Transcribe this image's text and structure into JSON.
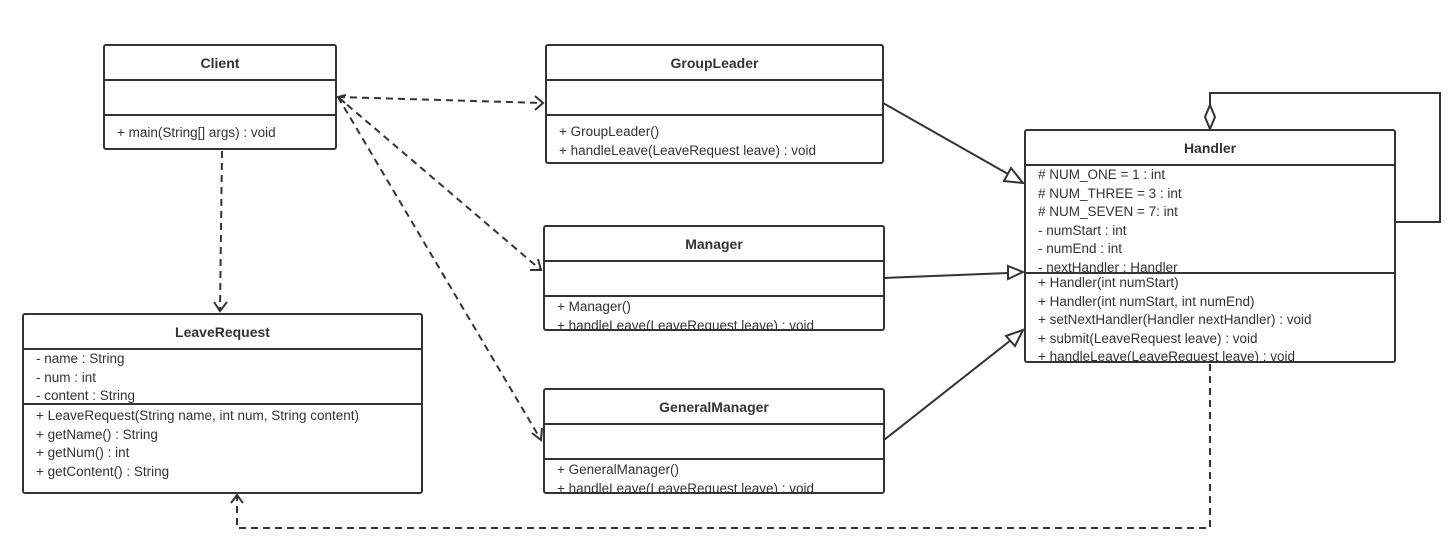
{
  "classes": {
    "client": {
      "name": "Client",
      "attributes": [],
      "methods": [
        "+ main(String[] args) : void"
      ]
    },
    "leave_request": {
      "name": "LeaveRequest",
      "attributes": [
        "- name : String",
        "- num : int",
        "- content : String"
      ],
      "methods": [
        "+ LeaveRequest(String name, int num, String content)",
        "+ getName() : String",
        "+ getNum() : int",
        "+ getContent() : String"
      ]
    },
    "group_leader": {
      "name": "GroupLeader",
      "attributes": [],
      "methods": [
        "+ GroupLeader()",
        "+ handleLeave(LeaveRequest leave) : void"
      ]
    },
    "manager": {
      "name": "Manager",
      "attributes": [],
      "methods": [
        "+ Manager()",
        "+ handleLeave(LeaveRequest leave) : void"
      ]
    },
    "general_manager": {
      "name": "GeneralManager",
      "attributes": [],
      "methods": [
        "+ GeneralManager()",
        "+ handleLeave(LeaveRequest leave) : void"
      ]
    },
    "handler": {
      "name": "Handler",
      "attributes": [
        "# NUM_ONE = 1 :   int",
        "# NUM_THREE = 3 :   int",
        "# NUM_SEVEN = 7:   int",
        "- numStart :   int",
        "- numEnd :   int",
        "- nextHandler :   Handler"
      ],
      "methods": [
        "+ Handler(int numStart)",
        "+ Handler(int numStart, int numEnd)",
        "+ setNextHandler(Handler nextHandler) :   void",
        "+ submit(LeaveRequest leave) :   void",
        "+ handleLeave(LeaveRequest leave) :   void"
      ]
    }
  },
  "relations": [
    {
      "type": "dependency",
      "from": "Client",
      "to": "GroupLeader"
    },
    {
      "type": "dependency",
      "from": "Client",
      "to": "Manager"
    },
    {
      "type": "dependency",
      "from": "Client",
      "to": "GeneralManager"
    },
    {
      "type": "dependency",
      "from": "Client",
      "to": "LeaveRequest"
    },
    {
      "type": "generalization",
      "from": "GroupLeader",
      "to": "Handler"
    },
    {
      "type": "generalization",
      "from": "Manager",
      "to": "Handler"
    },
    {
      "type": "generalization",
      "from": "GeneralManager",
      "to": "Handler"
    },
    {
      "type": "aggregation",
      "from": "Handler",
      "to": "Handler"
    },
    {
      "type": "dependency",
      "from": "Handler",
      "to": "LeaveRequest"
    }
  ],
  "colors": {
    "line": "#333333",
    "background": "#ffffff"
  }
}
